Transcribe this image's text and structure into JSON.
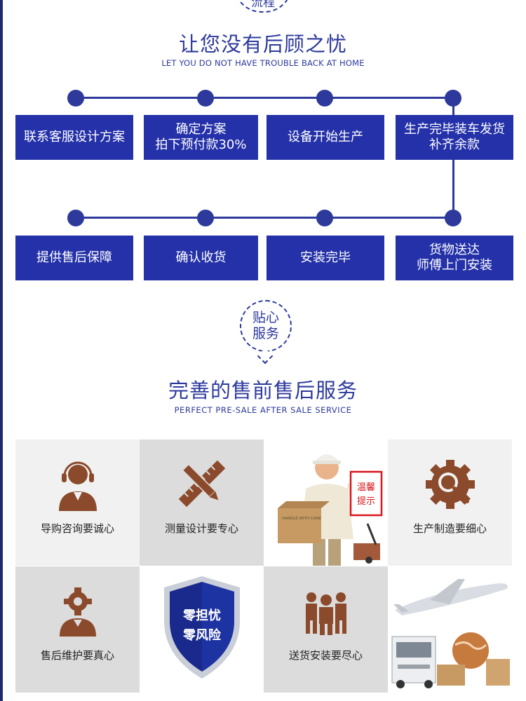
{
  "section1": {
    "badge": "流程",
    "title": "让您没有后顾之忧",
    "subtitle": "LET YOU DO NOT HAVE TROUBLE BACK AT HOME",
    "steps_row1": [
      {
        "line1": "联系客服设计方案",
        "line2": ""
      },
      {
        "line1": "确定方案",
        "line2": "拍下预付款30%"
      },
      {
        "line1": "设备开始生产",
        "line2": ""
      },
      {
        "line1": "生产完毕装车发货",
        "line2": "补齐余款"
      }
    ],
    "steps_row2": [
      {
        "line1": "提供售后保障",
        "line2": ""
      },
      {
        "line1": "确认收货",
        "line2": ""
      },
      {
        "line1": "安装完毕",
        "line2": ""
      },
      {
        "line1": "货物送达",
        "line2": "师傅上门安装"
      }
    ]
  },
  "section2": {
    "badge_line1": "贴心",
    "badge_line2": "服务",
    "title": "完善的售前售后服务",
    "subtitle": "PERFECT PRE-SALE AFTER SALE SERVICE",
    "cells": [
      {
        "label": "导购咨询要诚心",
        "icon": "headset-person-icon"
      },
      {
        "label": "测量设计要专心",
        "icon": "ruler-pencil-icon"
      },
      {
        "label": "",
        "icon": "delivery-man-photo"
      },
      {
        "label": "生产制造要细心",
        "icon": "gear-magnifier-icon"
      },
      {
        "label": "售后维护要真心",
        "icon": "gear-person-icon"
      },
      {
        "label": "",
        "icon": "shield-icon"
      },
      {
        "label": "送货安装要尽心",
        "icon": "group-people-icon"
      },
      {
        "label": "",
        "icon": "logistics-photo"
      }
    ],
    "sign_line1": "温馨",
    "sign_line2": "提示",
    "shield_line1": "零担忧",
    "shield_line2": "零风险",
    "box_text": "HANDLE WITH CARE"
  },
  "colors": {
    "brand_blue": "#2431a8",
    "icon_brown": "#8b4a2b",
    "cell_light": "#f1f1f1",
    "cell_dark": "#dcdcdc"
  }
}
